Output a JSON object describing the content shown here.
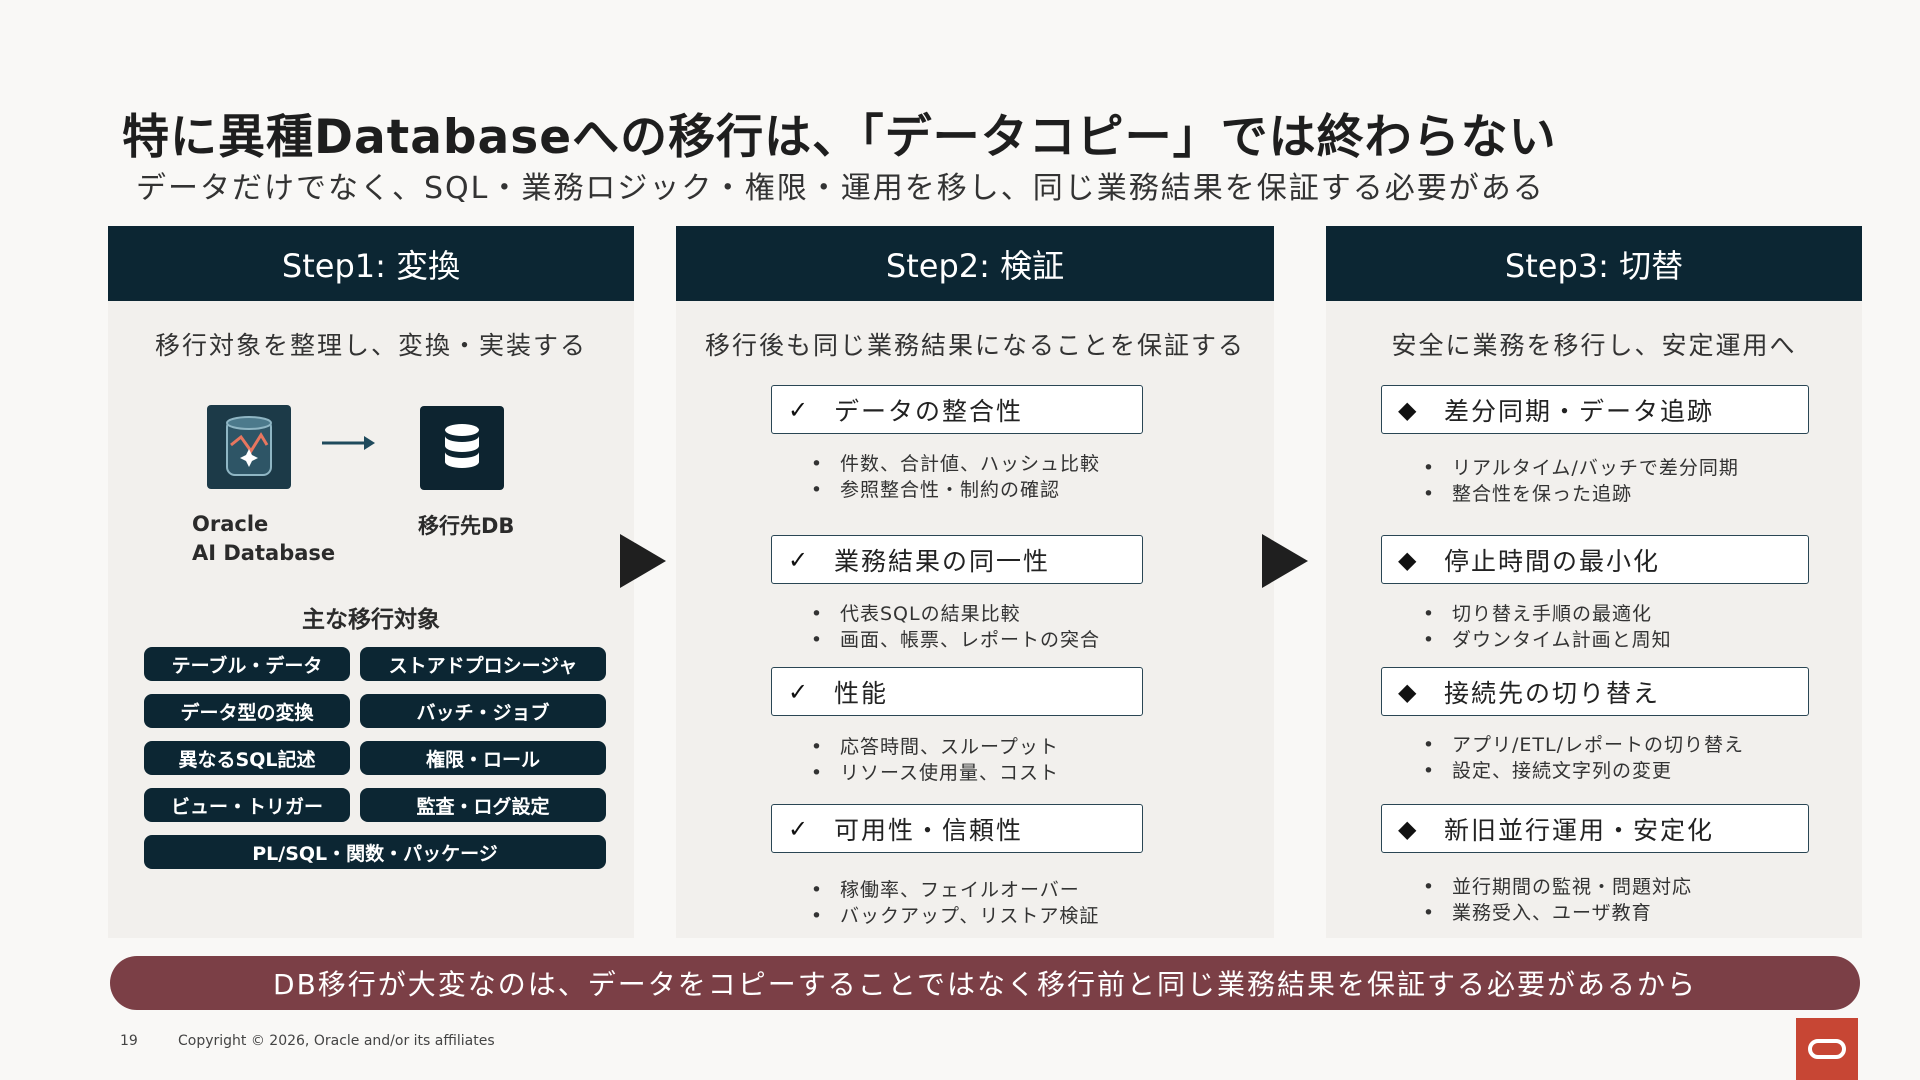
{
  "title": "特に異種Databaseへの移行は、「データコピー」では終わらない",
  "subtitle": "データだけでなく、SQL・業務ロジック・権限・運用を移し、同じ業務結果を保証する必要がある",
  "step1": {
    "header": "Step1: 変換",
    "description": "移行対象を整理し、変換・実装する",
    "source_label_line1": "Oracle",
    "source_label_line2": "AI Database",
    "target_label": "移行先DB",
    "targets_title": "主な移行対象",
    "pills": [
      "テーブル・データ",
      "ストアドプロシージャ",
      "データ型の変換",
      "バッチ・ジョブ",
      "異なるSQL記述",
      "権限・ロール",
      "ビュー・トリガー",
      "監査・ログ設定",
      "PL/SQL・関数・パッケージ"
    ]
  },
  "step2": {
    "header": "Step2: 検証",
    "description": "移行後も同じ業務結果になることを保証する",
    "items": [
      {
        "title": "データの整合性",
        "bullets": [
          "件数、合計値、ハッシュ比較",
          "参照整合性・制約の確認"
        ]
      },
      {
        "title": "業務結果の同一性",
        "bullets": [
          "代表SQLの結果比較",
          "画面、帳票、レポートの突合"
        ]
      },
      {
        "title": "性能",
        "bullets": [
          "応答時間、スループット",
          "リソース使用量、コスト"
        ]
      },
      {
        "title": "可用性・信頼性",
        "bullets": [
          "稼働率、フェイルオーバー",
          "バックアップ、リストア検証"
        ]
      }
    ]
  },
  "step3": {
    "header": "Step3: 切替",
    "description": "安全に業務を移行し、安定運用へ",
    "items": [
      {
        "title": "差分同期・データ追跡",
        "bullets": [
          "リアルタイム/バッチで差分同期",
          "整合性を保った追跡"
        ]
      },
      {
        "title": "停止時間の最小化",
        "bullets": [
          "切り替え手順の最適化",
          "ダウンタイム計画と周知"
        ]
      },
      {
        "title": "接続先の切り替え",
        "bullets": [
          "アプリ/ETL/レポートの切り替え",
          "設定、接続文字列の変更"
        ]
      },
      {
        "title": "新旧並行運用・安定化",
        "bullets": [
          "並行期間の監視・問題対応",
          "業務受入、ユーザ教育"
        ]
      }
    ]
  },
  "banner": "DB移行が大変なのは、データをコピーすることではなく移行前と同じ業務結果を保証する必要があるから",
  "footer": {
    "page_number": "19",
    "copyright": "Copyright © 2026, Oracle and/or its affiliates"
  },
  "colors": {
    "header": "#0c2633",
    "banner": "#7b3f46",
    "logo": "#c74634"
  }
}
